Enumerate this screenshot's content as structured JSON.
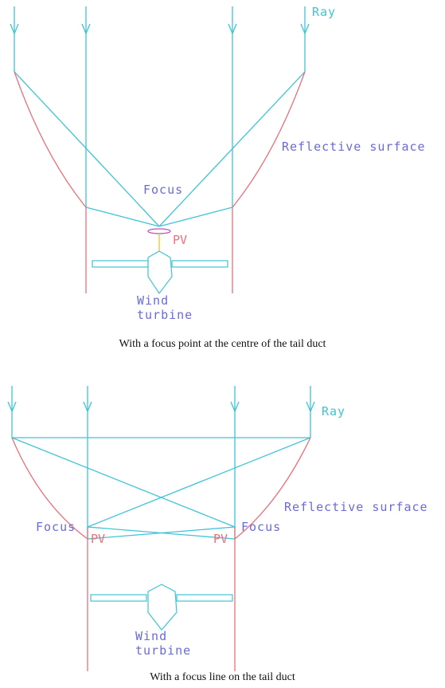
{
  "colors": {
    "ray": "#3fc4d6",
    "reflector": "#e8707a",
    "label": "#6a6ad8",
    "pv": "#e8707a",
    "pv_lens": "#c050c0",
    "pv_link": "#e0d020"
  },
  "top": {
    "ray_label": "Ray",
    "surface_label": "Reflective surface",
    "focus_label": "Focus",
    "pv_label": "PV",
    "turbine_label_1": "Wind",
    "turbine_label_2": "turbine",
    "caption": "With a focus point at the centre of the tail duct"
  },
  "bottom": {
    "ray_label": "Ray",
    "surface_label": "Reflective surface",
    "focus_left_label": "Focus",
    "focus_right_label": "Focus",
    "pv_left_label": "PV",
    "pv_right_label": "PV",
    "turbine_label_1": "Wind",
    "turbine_label_2": "turbine",
    "caption": "With a focus line on the tail duct"
  }
}
